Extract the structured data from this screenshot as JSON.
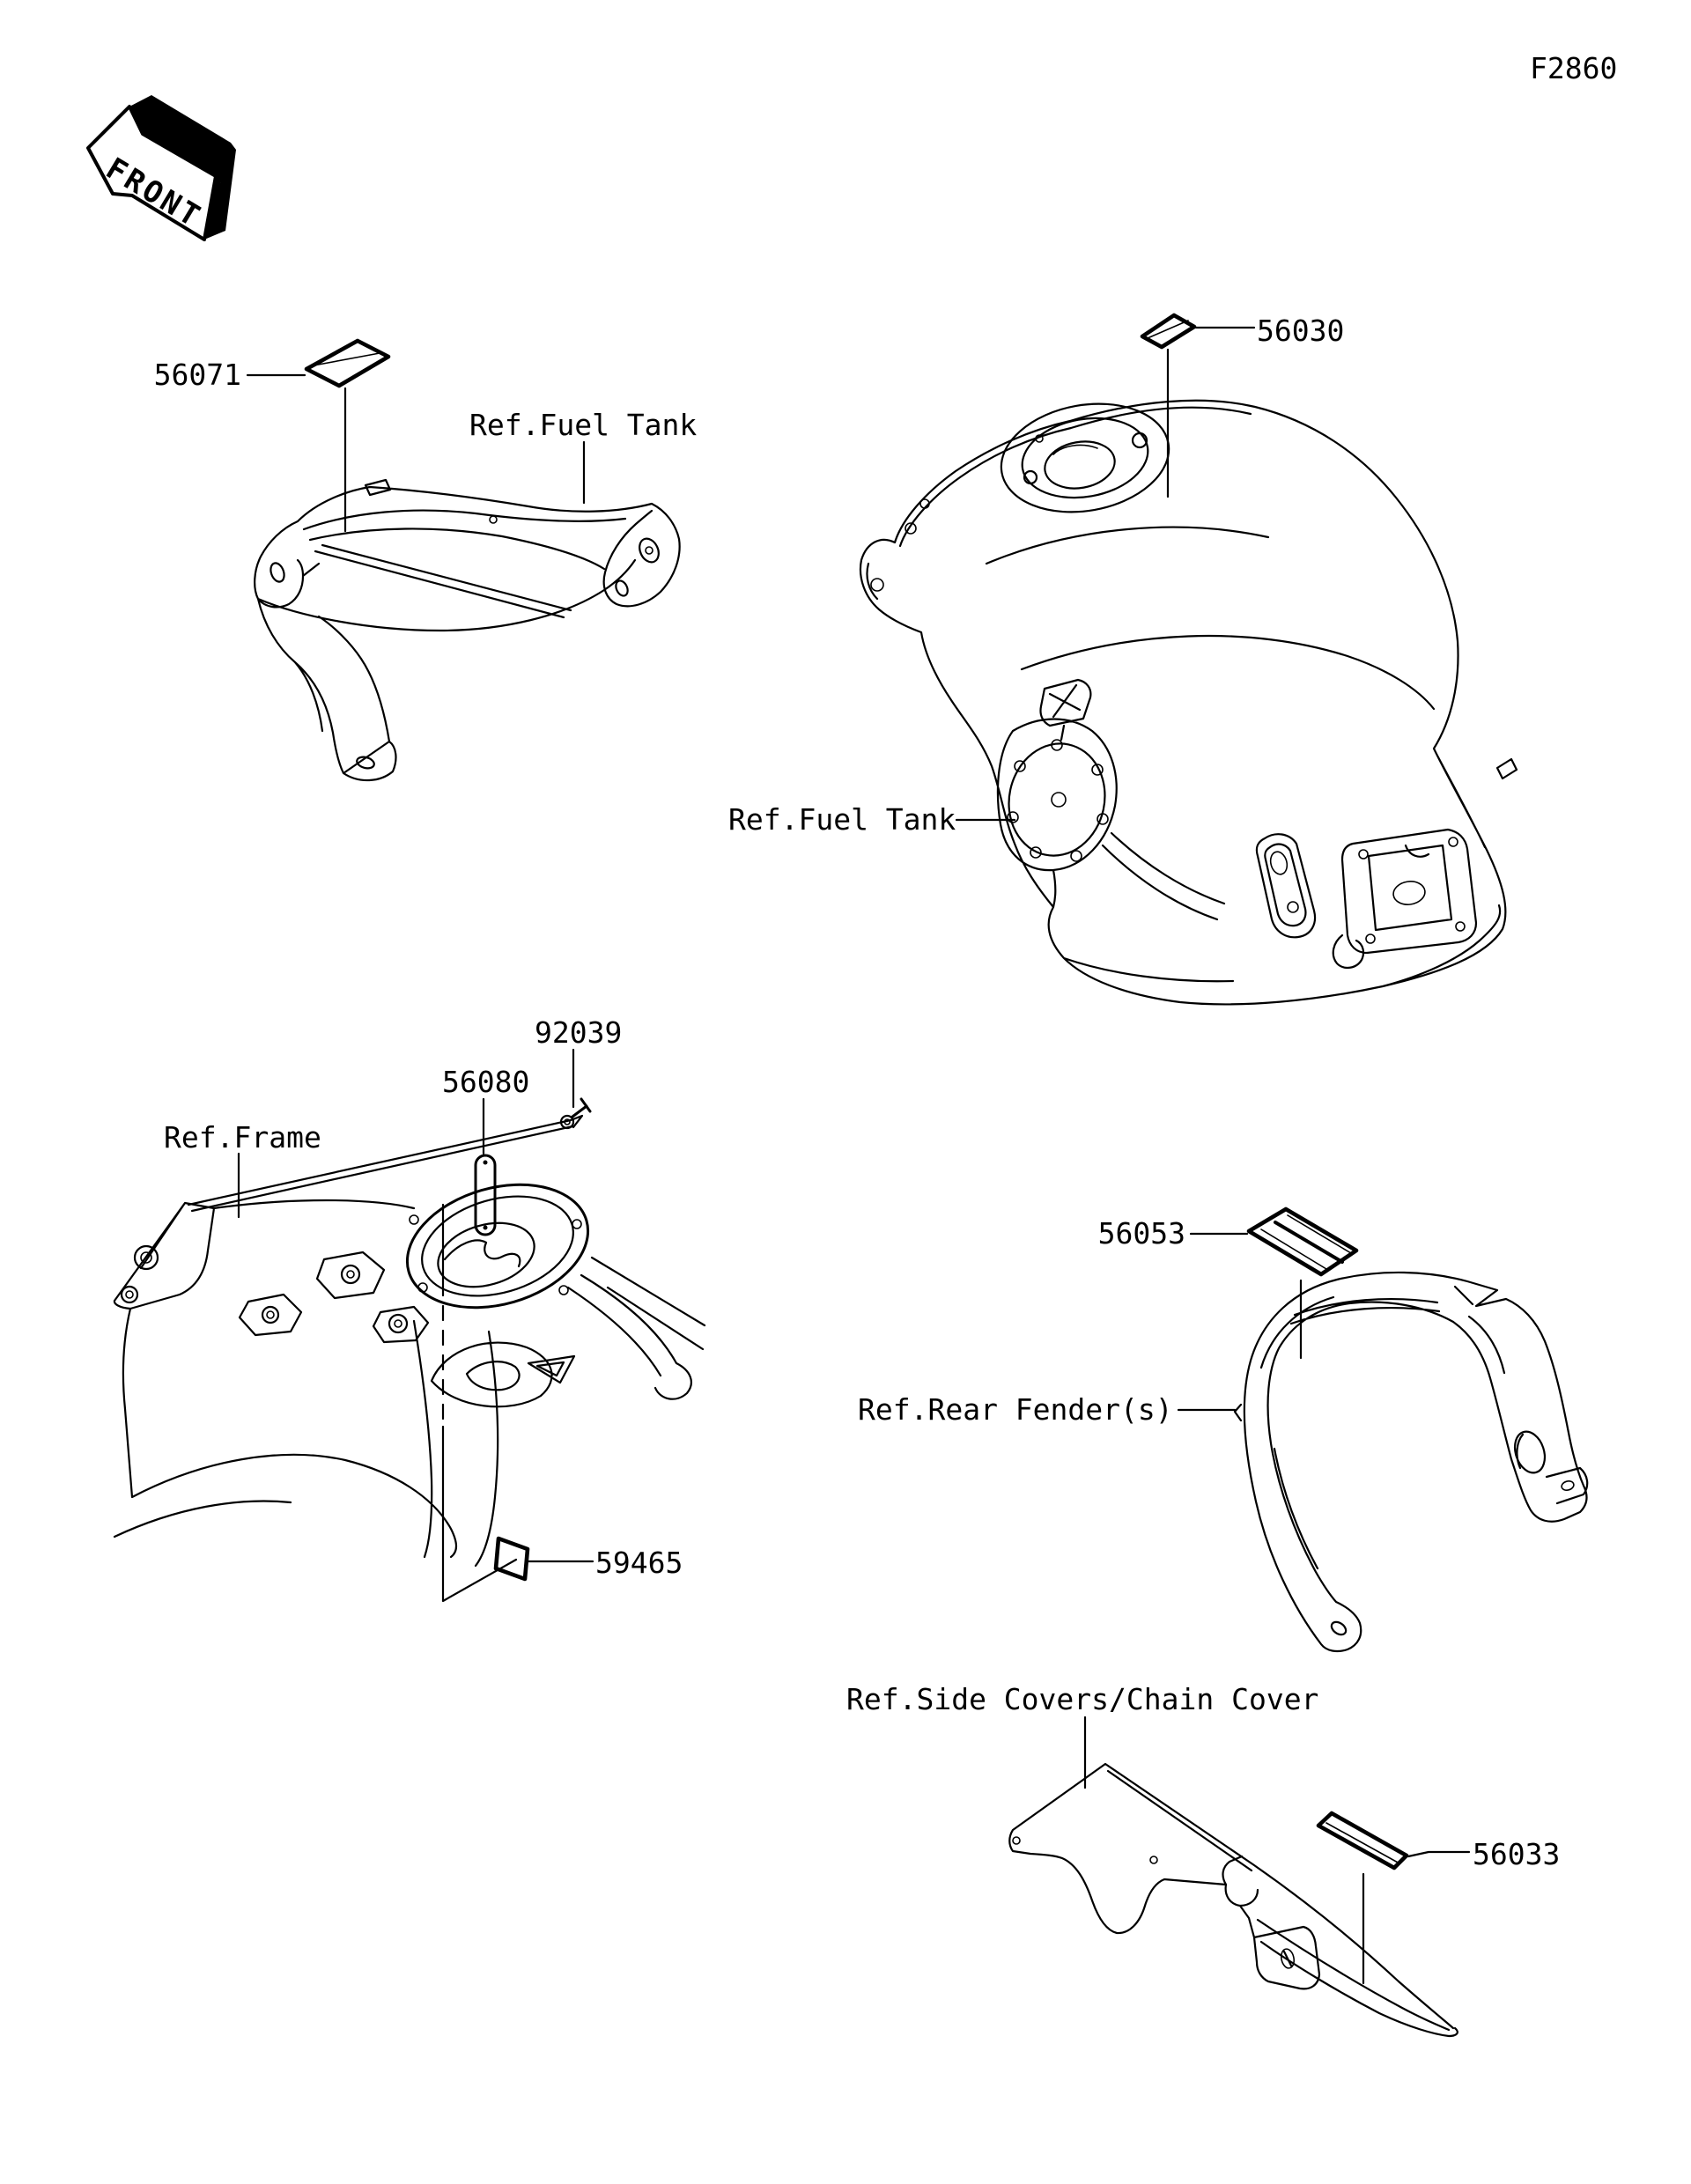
{
  "page": {
    "code": "F2860"
  },
  "front_marker": {
    "label": "FRONT"
  },
  "colors": {
    "line": "#000000",
    "background": "#ffffff"
  },
  "callouts": {
    "label_56071": {
      "part": "56071"
    },
    "label_56030": {
      "part": "56030"
    },
    "label_92039": {
      "part": "92039"
    },
    "label_56080": {
      "part": "56080"
    },
    "label_56053": {
      "part": "56053"
    },
    "label_59465": {
      "part": "59465"
    },
    "label_56033": {
      "part": "56033"
    }
  },
  "references": {
    "fuel_tank_cover": {
      "label": "Ref.Fuel Tank"
    },
    "fuel_tank": {
      "label": "Ref.Fuel Tank"
    },
    "frame": {
      "label": "Ref.Frame"
    },
    "rear_fender": {
      "label": "Ref.Rear Fender(s)"
    },
    "side_covers_chain_cover": {
      "label": "Ref.Side Covers/Chain Cover"
    }
  }
}
